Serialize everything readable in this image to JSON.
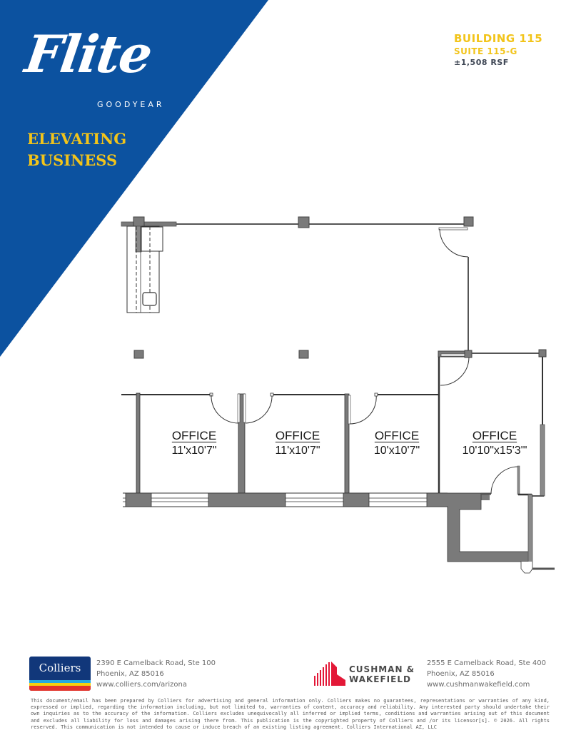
{
  "brand": {
    "logo_word": "Flite",
    "logo_sub": "GOODYEAR",
    "tagline_line1": "ELEVATING",
    "tagline_line2": "BUSINESS",
    "primary_blue": "#0c52a0",
    "accent_yellow": "#f2c41a"
  },
  "suite": {
    "building": "BUILDING 115",
    "suite": "SUITE 115-G",
    "area": "±1,508 RSF"
  },
  "floorplan": {
    "rooms": [
      {
        "name": "OFFICE",
        "dimensions": "11'x10'7\""
      },
      {
        "name": "OFFICE",
        "dimensions": "11'x10'7\""
      },
      {
        "name": "OFFICE",
        "dimensions": "10'x10'7\""
      },
      {
        "name": "OFFICE",
        "dimensions": "10'10\"x15'3'\""
      }
    ],
    "wall_color": "#7a7a7a",
    "line_color": "#3a3a3a"
  },
  "footer": {
    "colliers": {
      "logo_word": "Colliers",
      "address_line1": "2390 E Camelback Road, Ste 100",
      "address_line2": "Phoenix, AZ 85016",
      "website": "www.colliers.com/arizona"
    },
    "cushman": {
      "logo_line1": "CUSHMAN &",
      "logo_line2": "WAKEFIELD",
      "address_line1": "2555 E Camelback Road, Ste 400",
      "address_line2": "Phoenix, AZ 85016",
      "website": "www.cushmanwakefield.com",
      "brand_red": "#e31837"
    },
    "disclaimer": "This document/email has been prepared by Colliers for advertising and general information only. Colliers makes no guarantees, representations or warranties of any kind, expressed or implied, regarding the information including, but not limited to, warranties of content, accuracy and reliability. Any interested party should undertake their own inquiries as to the accuracy of the information. Colliers excludes unequivocally all inferred or implied terms, conditions and warranties arising out of this document and excludes all liability for loss and damages arising there from. This publication is the copyrighted property of Colliers and /or its licensor[s]. © 2026. All rights reserved. This communication is not intended to cause or induce breach of an existing listing agreement. Colliers International AZ, LLC"
  }
}
